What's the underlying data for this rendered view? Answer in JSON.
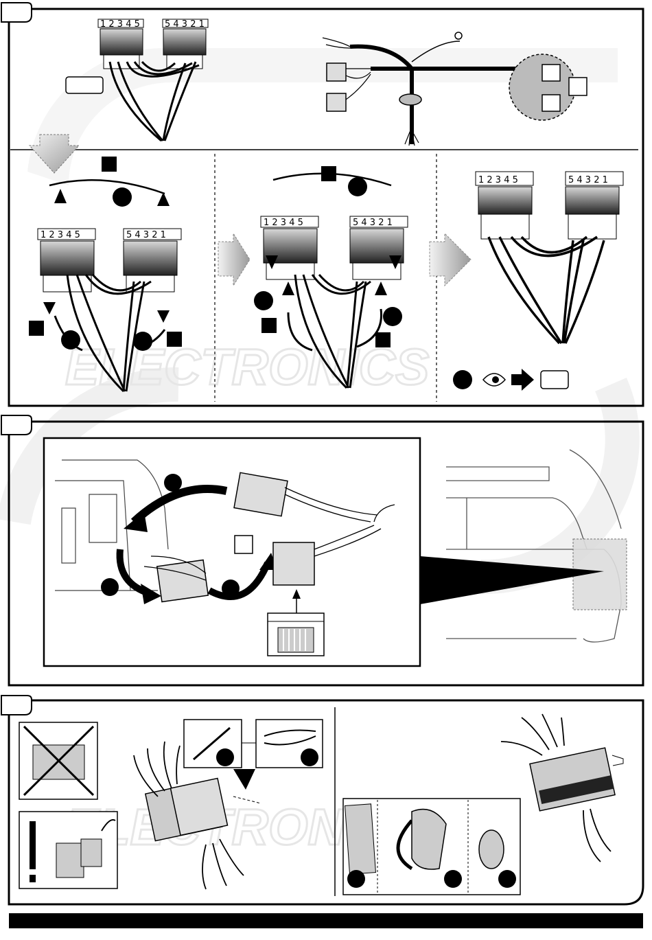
{
  "watermark": {
    "logo": "ECS",
    "brand_text": "ELECTRONICS"
  },
  "panel_1": {
    "connector_top_left_pins": "1 2 3 4 5",
    "connector_top_right_pins": "5 4 3 2 1",
    "step_a": {
      "left_pins": "1 2 3 4 5",
      "right_pins": "5 4 3 2 1"
    },
    "step_b": {
      "left_pins": "1 2 3 4 5",
      "right_pins": "5 4 3 2 1"
    },
    "step_c": {
      "left_pins": "1 2 3 4 5",
      "right_pins": "5 4 3 2 1"
    },
    "step_c_check": "eye-icon → box"
  },
  "panel_2": {},
  "panel_3": {},
  "icons": [
    "arrow-down-icon",
    "arrow-right-icon",
    "eye-icon",
    "cable-tie-icon",
    "pliers-icon",
    "warning-exclamation-icon",
    "crossed-out-icon"
  ]
}
